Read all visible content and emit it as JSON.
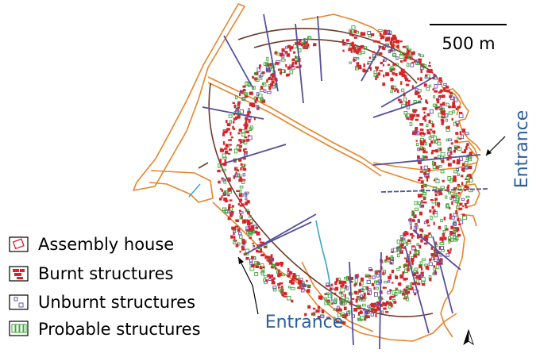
{
  "scale_bar": {
    "label": "500 m"
  },
  "entrances": [
    {
      "label": "Entrance",
      "position": "east"
    },
    {
      "label": "Entrance",
      "position": "southwest"
    }
  ],
  "legend": {
    "items": [
      {
        "label": "Assembly house",
        "symbol": "assembly-house"
      },
      {
        "label": "Burnt structures",
        "symbol": "burnt-structure"
      },
      {
        "label": "Unburnt structures",
        "symbol": "unburnt-structure"
      },
      {
        "label": "Probable structures",
        "symbol": "probable-structure"
      }
    ]
  },
  "north_arrow": {
    "icon": "north-arrow-icon"
  },
  "colors": {
    "boundary": "#e8852a",
    "road": "#55509a",
    "burnt": "#d8232a",
    "unburnt": "#6a4fa8",
    "probable": "#3fa63a",
    "entrance_text": "#2c5f9e",
    "ditch": "#6b3a2a",
    "stream": "#3aa8c8"
  }
}
